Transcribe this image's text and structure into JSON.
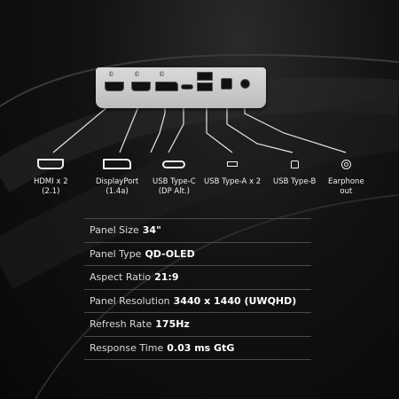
{
  "ports": [
    {
      "id": "hdmi",
      "icon": "hdmi-port-icon",
      "line1": "HDMI x 2",
      "line2": "(2.1)"
    },
    {
      "id": "displayport",
      "icon": "displayport-icon",
      "line1": "DisplayPort",
      "line2": "(1.4a)"
    },
    {
      "id": "usb-c",
      "icon": "usb-c-icon",
      "line1": "USB Type-C",
      "line2": "(DP Alt.)"
    },
    {
      "id": "usb-a",
      "icon": "usb-a-icon",
      "line1": "USB Type-A x 2",
      "line2": ""
    },
    {
      "id": "usb-b",
      "icon": "usb-b-icon",
      "line1": "USB Type-B",
      "line2": ""
    },
    {
      "id": "earphone",
      "icon": "earphone-jack-icon",
      "line1": "Earphone",
      "line2": "out"
    }
  ],
  "specs": [
    {
      "label": "Panel Size",
      "value": "34\""
    },
    {
      "label": "Panel Type",
      "value": "QD-OLED"
    },
    {
      "label": "Aspect Ratio",
      "value": "21:9"
    },
    {
      "label": "Panel Resolution",
      "value": "3440 x 1440 (UWQHD)"
    },
    {
      "label": "Refresh Rate",
      "value": "175Hz"
    },
    {
      "label": "Response Time",
      "value": "0.03 ms GtG"
    }
  ],
  "colors": {
    "background": "#0b0b0b",
    "text": "#f0f0f0",
    "divider": "#4a4a4a",
    "panel": "#cfcfcf"
  }
}
